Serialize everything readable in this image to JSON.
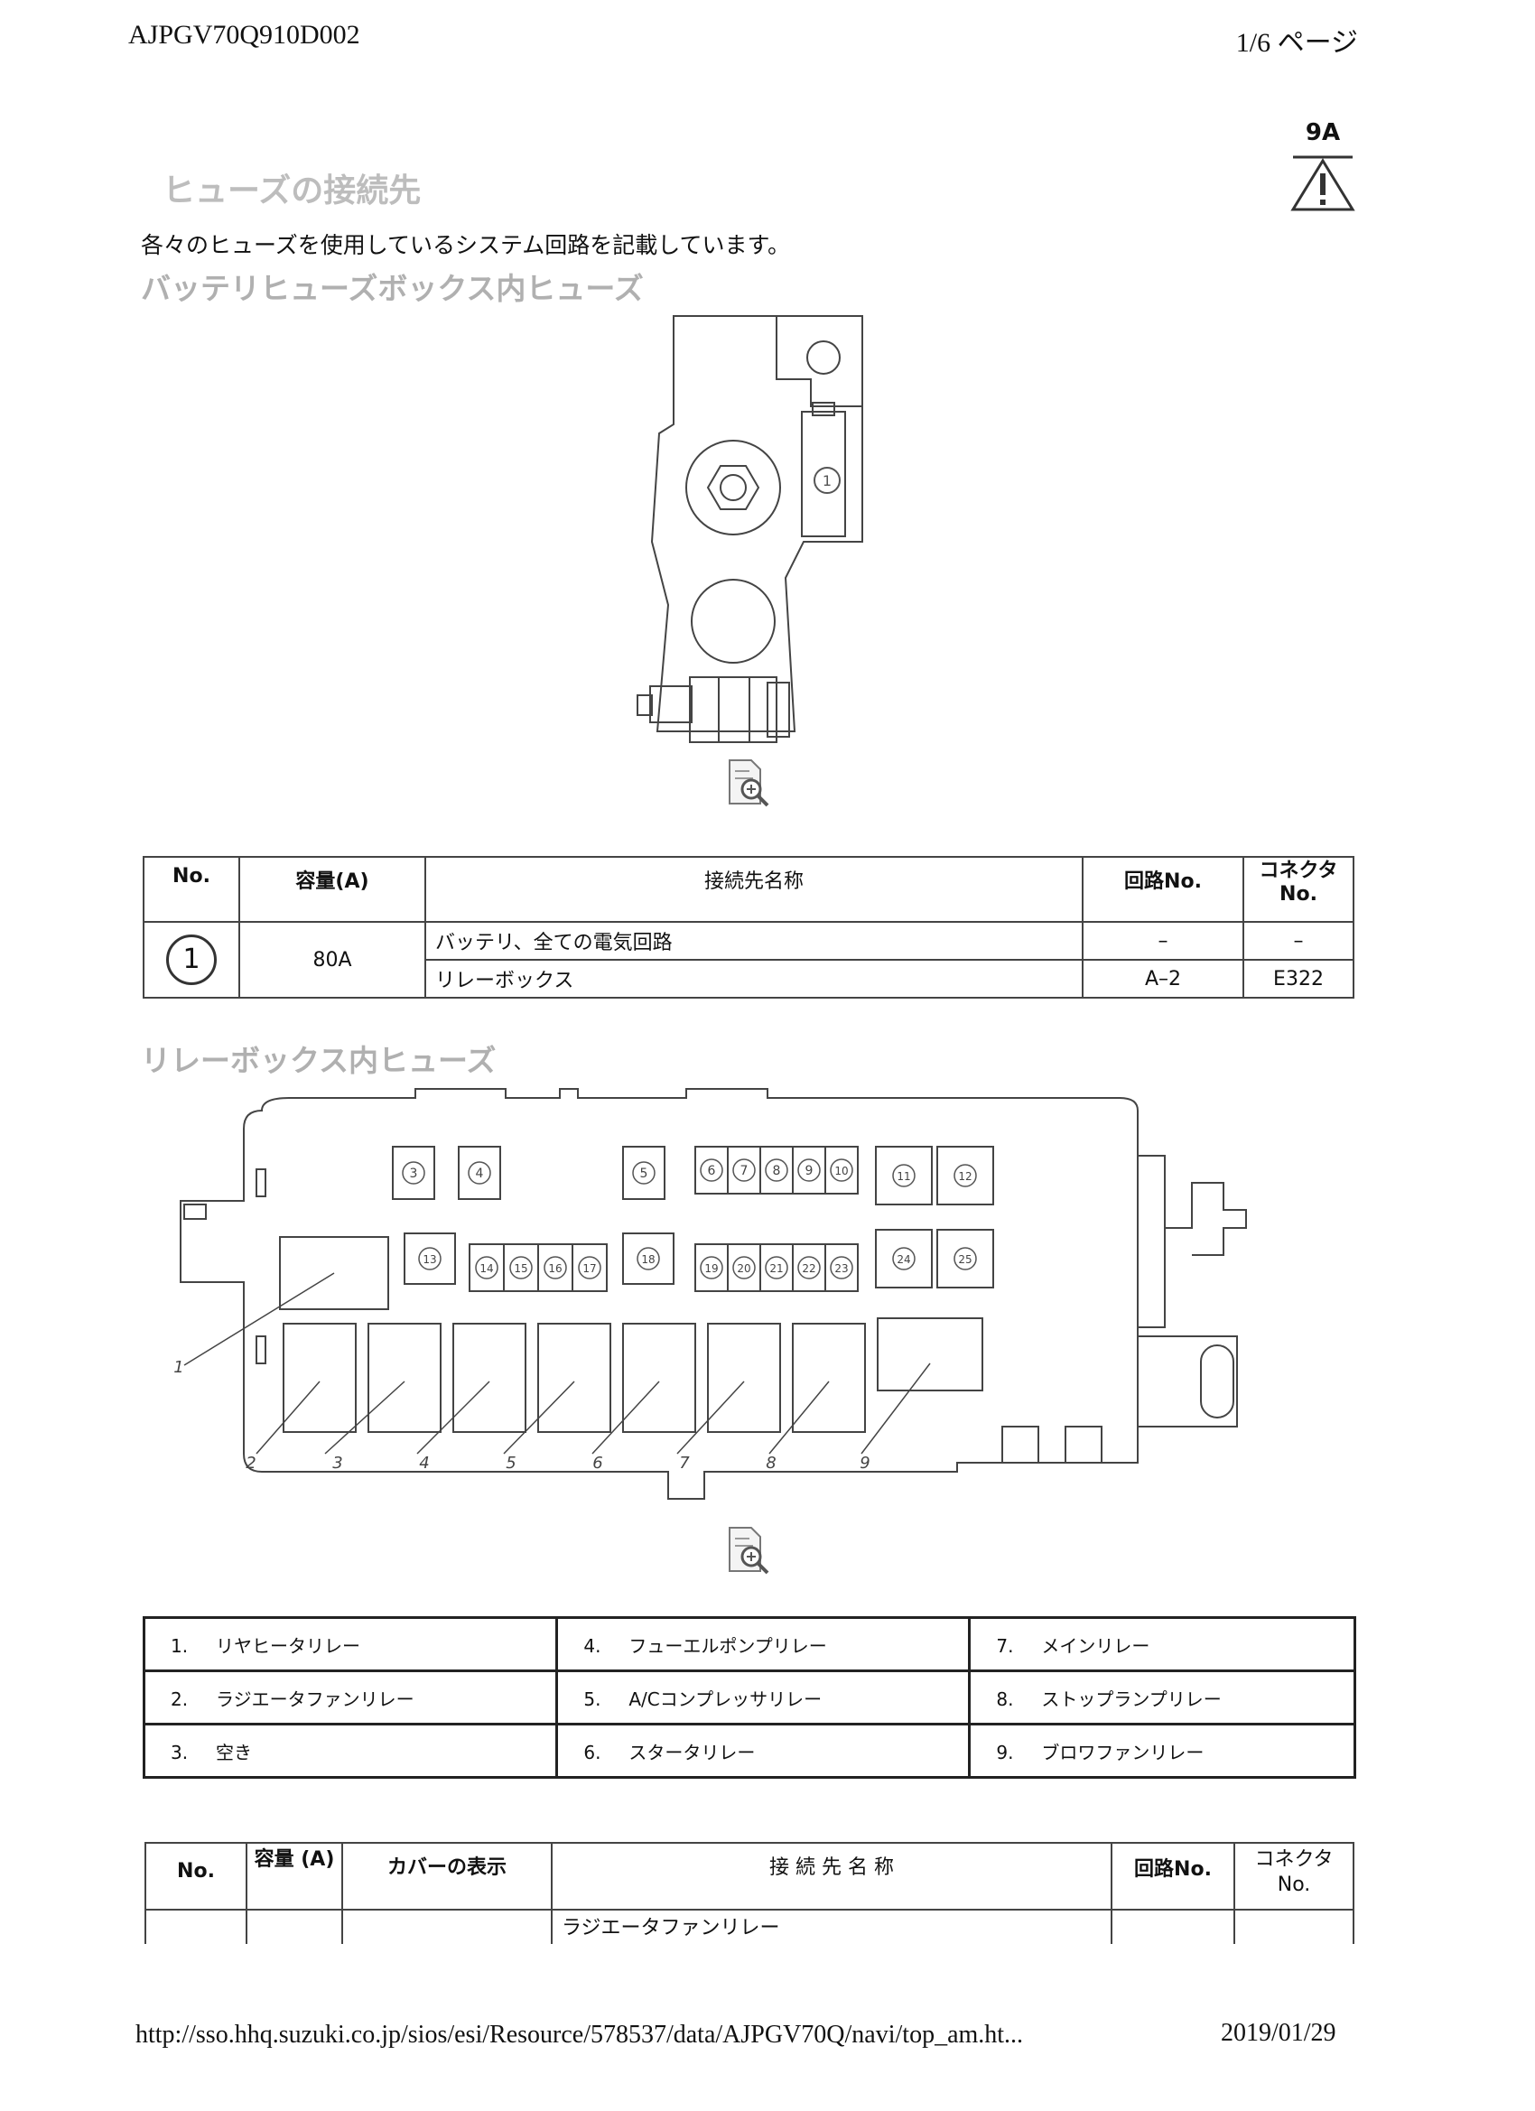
{
  "header": {
    "doc_id": "AJPGV70Q910D002",
    "page": "1/6 ページ"
  },
  "warning": {
    "code": "9A",
    "symbol": "!"
  },
  "section": {
    "title": "ヒューズの接続先",
    "description": "各々のヒューズを使用しているシステム回路を記載しています。"
  },
  "battery_box": {
    "title": "バッテリヒューズボックス内ヒューズ",
    "fuse_label": "1",
    "table": {
      "headers": {
        "no": "No.",
        "capacity": "容量(A)",
        "destination": "接続先名称",
        "circuit": "回路No.",
        "connector": "コネクタ No."
      },
      "fuse_no": "1",
      "capacity": "80A",
      "rows": [
        {
          "destination": "バッテリ、全ての電気回路",
          "circuit": "–",
          "connector": "–"
        },
        {
          "destination": "リレーボックス",
          "circuit": "A–2",
          "connector": "E322"
        }
      ]
    }
  },
  "relay_box": {
    "title": "リレーボックス内ヒューズ",
    "fuse_numbers_top": [
      "3",
      "4",
      "5",
      "6",
      "7",
      "8",
      "9",
      "10",
      "11",
      "12"
    ],
    "fuse_numbers_mid": [
      "13",
      "14",
      "15",
      "16",
      "17",
      "18",
      "19",
      "20",
      "21",
      "22",
      "23",
      "24",
      "25"
    ],
    "callouts": [
      "1",
      "2",
      "3",
      "4",
      "5",
      "6",
      "7",
      "8",
      "9"
    ],
    "relays": [
      [
        {
          "no": "1.",
          "name": "リヤヒータリレー"
        },
        {
          "no": "4.",
          "name": "フューエルポンプリレー"
        },
        {
          "no": "7.",
          "name": "メインリレー"
        }
      ],
      [
        {
          "no": "2.",
          "name": "ラジエータファンリレー"
        },
        {
          "no": "5.",
          "name": "A/Cコンプレッサリレー"
        },
        {
          "no": "8.",
          "name": "ストップランプリレー"
        }
      ],
      [
        {
          "no": "3.",
          "name": "空き"
        },
        {
          "no": "6.",
          "name": "スタータリレー"
        },
        {
          "no": "9.",
          "name": "ブロワファンリレー"
        }
      ]
    ],
    "fuse_table": {
      "headers": {
        "no": "No.",
        "capacity": "容量 (A)",
        "cover": "カバーの表示",
        "destination": "接 続 先 名 称",
        "circuit": "回路No.",
        "connector": "コネクタ No."
      },
      "first_row_destination": "ラジエータファンリレー"
    }
  },
  "footer": {
    "url": "http://sso.hhq.suzuki.co.jp/sios/esi/Resource/578537/data/AJPGV70Q/navi/top_am.ht...",
    "date": "2019/01/29"
  },
  "icons": [
    "warning-triangle-icon",
    "zoom-document-icon"
  ]
}
